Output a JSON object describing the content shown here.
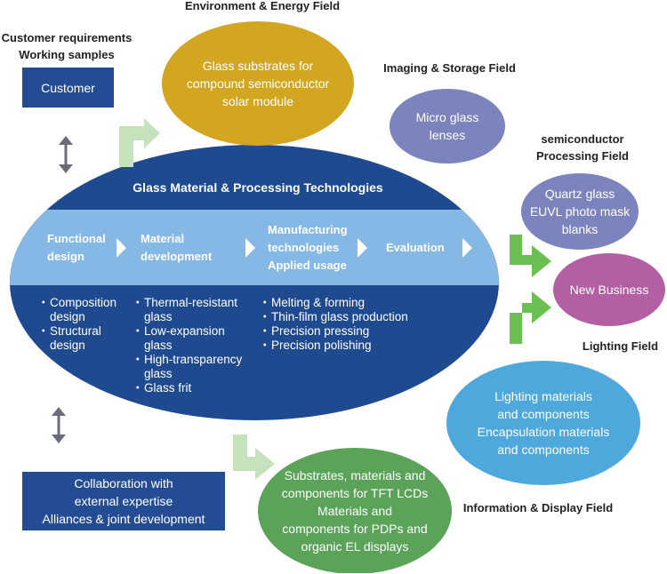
{
  "labels": {
    "customer_requirements": "Customer requirements",
    "working_samples": "Working samples",
    "environment_energy_field": "Environment & Energy Field",
    "imaging_storage_field": "Imaging & Storage Field",
    "semiconductor_processing_field": "semiconductor\nProcessing Field",
    "lighting_field": "Lighting Field",
    "information_display_field": "Information & Display Field"
  },
  "customer_box": "Customer",
  "collaboration_box": "Collaboration with\nexternal expertise\nAlliances & joint development",
  "core": {
    "title": "Glass Material & Processing Technologies",
    "steps": [
      "Functional\ndesign",
      "Material\ndevelopment",
      "Manufacturing\ntechnologies\nApplied usage",
      "Evaluation"
    ],
    "columns": [
      [
        "Composition\ndesign",
        "Structural\ndesign"
      ],
      [
        "Thermal-resistant\nglass",
        "Low-expansion\nglass",
        "High-transparency\nglass",
        "Glass frit"
      ],
      [
        "Melting & forming",
        "Thin-film glass production",
        "Precision pressing",
        "Precision polishing"
      ]
    ]
  },
  "fields": {
    "solar": "Glass substrates for\ncompound semiconductor\nsolar module",
    "micro_glass": "Micro glass\nlenses",
    "quartz": "Quartz glass\nEUVL photo mask\nblanks",
    "new_business": "New Business",
    "lighting": "Lighting materials\nand components\nEncapsulation materials\nand components",
    "display": "Substrates, materials and\ncomponents for TFT LCDs\nMaterials and\ncomponents for PDPs and\norganic EL displays"
  },
  "colors": {
    "core_dark": "#1f4a90",
    "core_band": "#86b8e6",
    "solar": "#d3a621",
    "micro_glass": "#7b84bd",
    "quartz": "#7b84bd",
    "new_business": "#b35fa3",
    "lighting": "#4fa8dc",
    "display": "#5aa358",
    "arrow_light_green": "#c6e2bd",
    "arrow_green": "#6cc051",
    "arrow_gray": "#6b6b7a"
  },
  "icons": [
    "double-arrow-icon",
    "bent-arrow-icon",
    "chevron-right-icon"
  ]
}
